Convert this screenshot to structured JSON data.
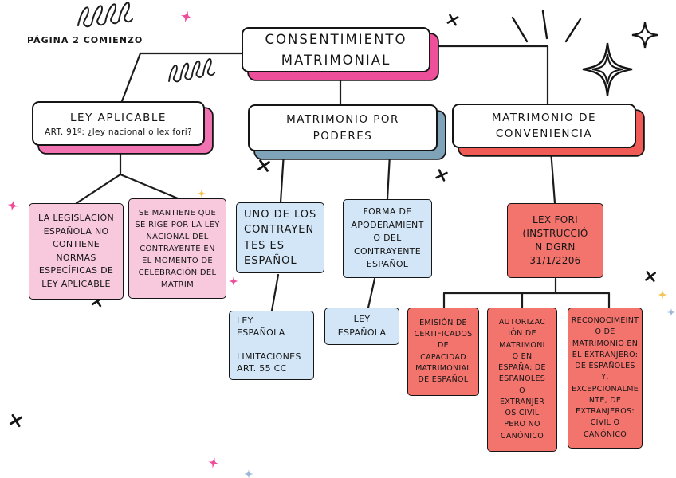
{
  "palette": {
    "pink_accent": "#ee4f9b",
    "pink_soft": "#f173b1",
    "pink_fill": "#f8c8dd",
    "blue_accent": "#7fa3b8",
    "blue_fill": "#d3e6f7",
    "red_accent": "#f15b56",
    "red_fill": "#f3736d",
    "yellow_accent": "#f4c454",
    "ink": "#151515"
  },
  "page": {
    "label": "PÁGINA 2 COMIENZO"
  },
  "root": {
    "title": "CONSENTIMIENTO\nMATRIMONIAL"
  },
  "branches": {
    "ley_aplicable": {
      "title": "LEY APLICABLE",
      "subtitle": "ART. 91º: ¿ley nacional o lex fori?",
      "nota_legislacion": "LA LEGISLACIÓN\nESPAÑOLA NO\nCONTIENE\nNORMAS\nESPECÍFICAS DE\nLEY APLICABLE",
      "nota_ley_nacional": "SE MANTIENE QUE\nSE RIGE POR LA LEY\nNACIONAL DEL\nCONTRAYENTE EN\nEL MOMENTO DE\nCELEBRACIÓN DEL\nMATRIM"
    },
    "poderes": {
      "title": "MATRIMONIO POR\nPODERES",
      "contrayente_espanol": "UNO DE LOS\nCONTRAYEN\nTES ES\nESPAÑOL",
      "contrayente_detalle": "LEY\nESPAÑOLA\n\nLIMITACIONES\nART. 55 CC",
      "apoderamiento": "FORMA DE\nAPODERAMIENT\nO DEL\nCONTRAYENTE\nESPAÑOL",
      "apoderamiento_detalle": "LEY\nESPAÑOLA"
    },
    "conveniencia": {
      "title": "MATRIMONIO DE\nCONVENIENCIA",
      "lex_fori": "LEX FORI\n(INSTRUCCIÓ\nN DGRN\n31/1/2206",
      "emision": "EMISIÓN DE\nCERTIFICADOS\nDE\nCAPACIDAD\nMATRIMONIAL\nDE ESPAÑOL",
      "autorizacion": "AUTORIZAC\nIÓN DE\nMATRIMONI\nO EN\nESPAÑA: DE\nESPAÑOLES\nO\nEXTRANJER\nOS CIVIL\nPERO NO\nCANÓNICO",
      "reconocimiento": "RECONOCIMEINT\nO DE\nMATRIMONIO EN\nEL EXTRANJERO:\nDE ESPAÑOLES Y,\nEXCEPCIONALME\nNTE, DE\nEXTRANJEROS:\nCIVIL O\nCANÓNICO"
    }
  }
}
